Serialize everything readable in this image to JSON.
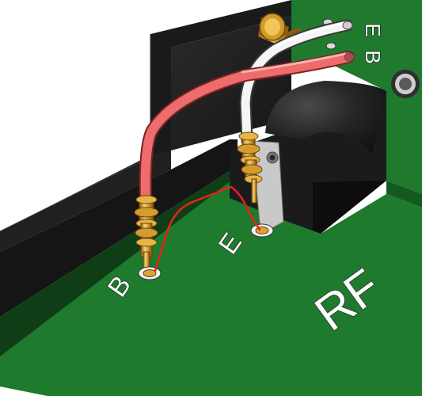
{
  "labels": {
    "pad_b": "B",
    "pad_e": "E",
    "header_e": "E",
    "header_b": "B",
    "board_text": "RF"
  },
  "colors": {
    "pcb_green": "#1e7a2c",
    "enclosure_black": "#1b1b1b",
    "wire_red": "#ef6e6e",
    "wire_white": "#f4f4f4",
    "gold": "#e2b03c",
    "jumper_red": "#e2231a"
  }
}
